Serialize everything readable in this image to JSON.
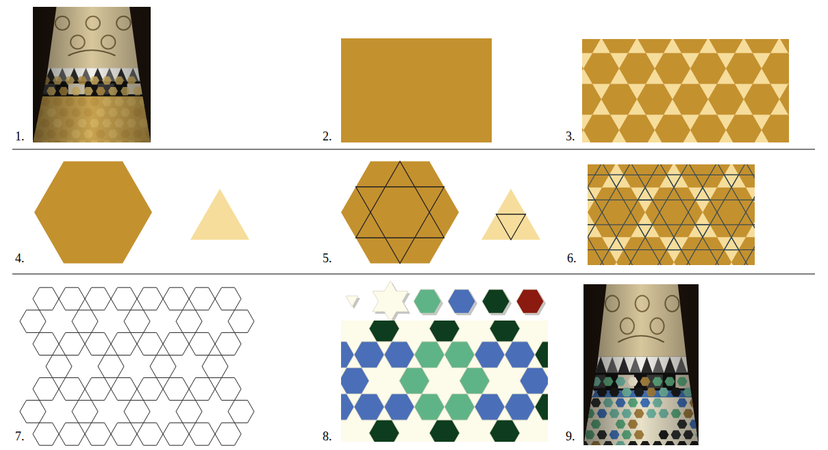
{
  "diagram": {
    "labels": [
      "1.",
      "2.",
      "3.",
      "4.",
      "5.",
      "6.",
      "7.",
      "8.",
      "9."
    ]
  }
}
